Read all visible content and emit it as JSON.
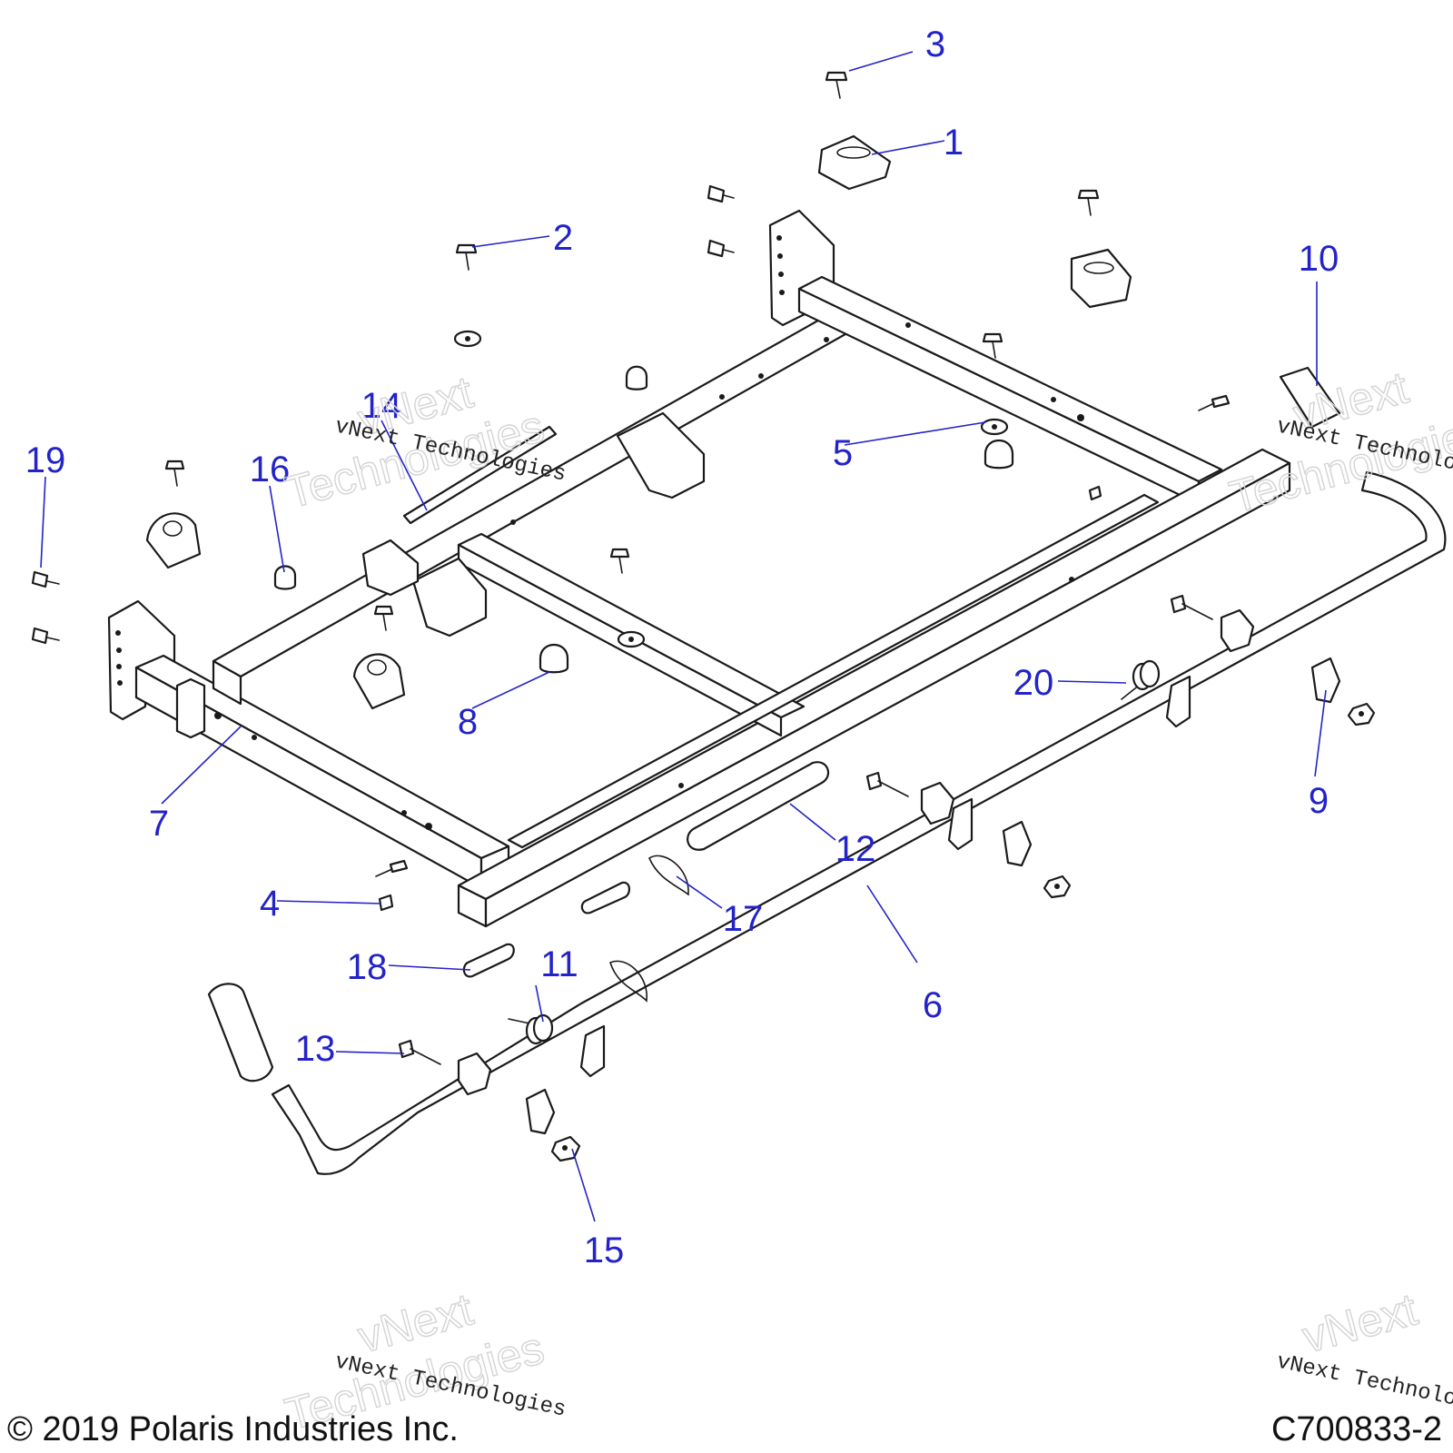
{
  "callouts": [
    {
      "num": "1"
    },
    {
      "num": "2"
    },
    {
      "num": "3"
    },
    {
      "num": "4"
    },
    {
      "num": "5"
    },
    {
      "num": "6"
    },
    {
      "num": "7"
    },
    {
      "num": "8"
    },
    {
      "num": "9"
    },
    {
      "num": "10"
    },
    {
      "num": "11"
    },
    {
      "num": "12"
    },
    {
      "num": "13"
    },
    {
      "num": "14"
    },
    {
      "num": "15"
    },
    {
      "num": "16"
    },
    {
      "num": "17"
    },
    {
      "num": "18"
    },
    {
      "num": "19"
    },
    {
      "num": "20"
    }
  ],
  "watermark": {
    "line1": "vNext Technologies",
    "line2": "vNext",
    "line3": "Technologies"
  },
  "footer": {
    "copyright": "© 2019 Polaris Industries Inc.",
    "drawing_id": "C700833-2"
  },
  "colors": {
    "callout": "#2323c8",
    "linework": "#1a1a1a",
    "watermark": "#d4d4d4"
  }
}
